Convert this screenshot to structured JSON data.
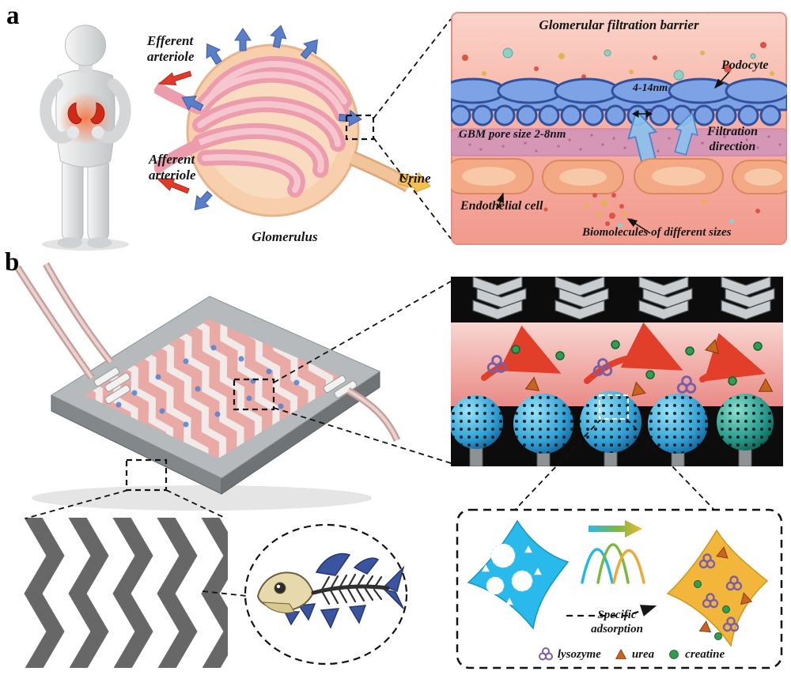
{
  "panel_a": {
    "label": "a",
    "labels": {
      "efferent_arteriole": "Efferent arteriole",
      "afferent_arteriole": "Afferent arteriole",
      "glomerulus": "Glomerulus",
      "urine": "Urine"
    },
    "inset": {
      "title": "Glomerular filtration barrier",
      "podocyte": "Podocyte",
      "slit_size": "4-14nm",
      "gbm_pore": "GBM pore size 2-8nm",
      "filtration_direction": "Filtration direction",
      "endothelial_cell": "Endothelial cell",
      "biomolecules": "Biomolecules of different sizes"
    }
  },
  "panel_b": {
    "label": "b",
    "adsorption_inset": {
      "caption": "Specific adsorption",
      "legend": [
        {
          "name": "lysozyme",
          "icon": "lysozyme-knot-icon"
        },
        {
          "name": "urea",
          "icon": "urea-triangle-icon"
        },
        {
          "name": "creatine",
          "icon": "creatine-circle-icon"
        }
      ]
    }
  },
  "colors": {
    "lysozyme_purple": "#7a5fa8",
    "urea_orange": "#c8641f",
    "creatine_green": "#2f9e4f",
    "podocyte_blue": "#7da3e6",
    "gbm_pink": "#d697b6",
    "endothelial_orange": "#f3aa84",
    "inset_bg_salmon": "#f7b3a6",
    "sphere_blue": "#2e9fd4",
    "chip_gray": "#b6babc",
    "cyan_shape": "#29b9ea",
    "yellow_shape": "#f2b63a"
  }
}
